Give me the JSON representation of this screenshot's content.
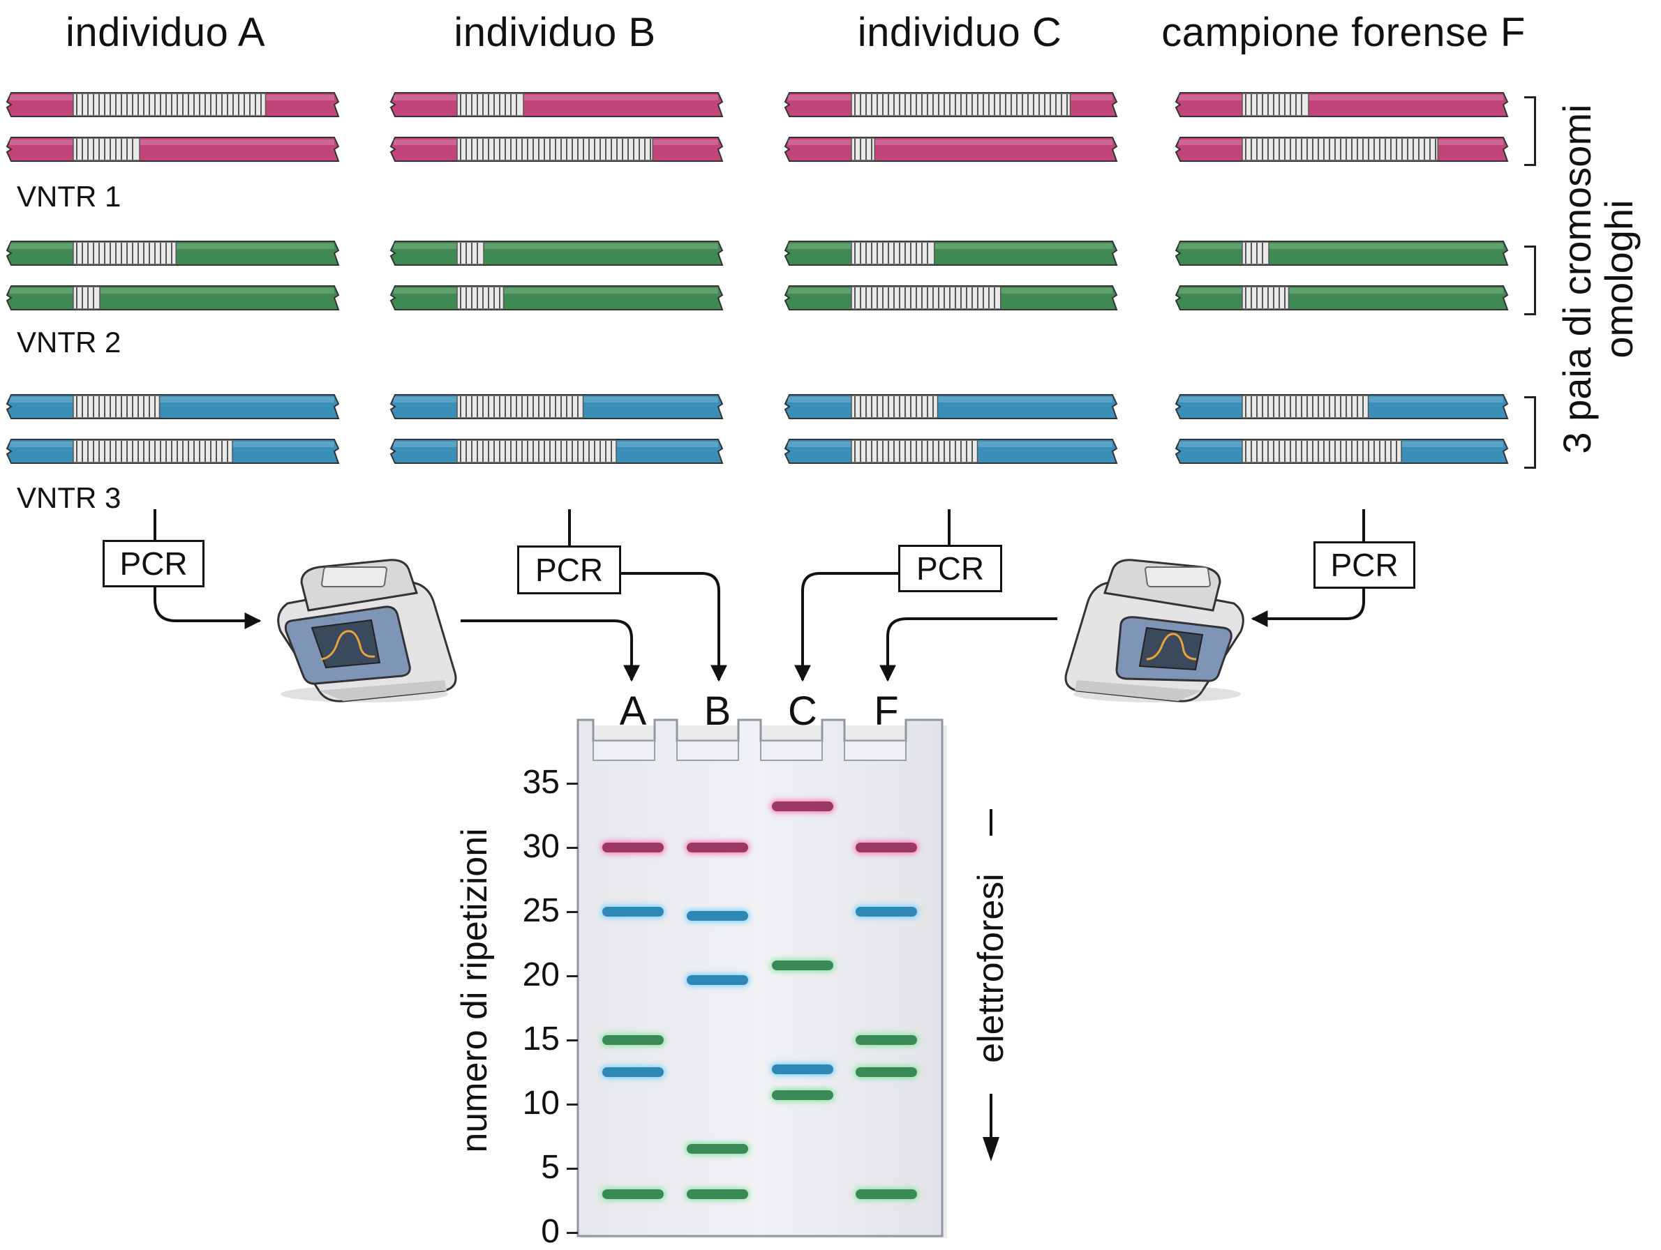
{
  "columns": [
    {
      "id": "A",
      "title": "individuo A"
    },
    {
      "id": "B",
      "title": "individuo B"
    },
    {
      "id": "C",
      "title": "individuo C"
    },
    {
      "id": "F",
      "title": "campione forense F"
    }
  ],
  "vntr_labels": [
    "VNTR 1",
    "VNTR 2",
    "VNTR 3"
  ],
  "side_label": {
    "line1": "3 paia di cromosomi",
    "line2": "omologhi"
  },
  "colors": {
    "vntr1": "#c2457a",
    "vntr2": "#3f8a52",
    "vntr3": "#3a8fb8",
    "band_pink": "#9b3864",
    "band_blue": "#2f87b3",
    "band_green": "#3a8a58",
    "repeat_region": "#e9e9e9",
    "gel": "#eceef2"
  },
  "pcr": {
    "label": "PCR"
  },
  "gel": {
    "lane_labels": [
      "A",
      "B",
      "C",
      "F"
    ],
    "axis_label": "numero di ripetizioni",
    "direction_label": "elettroforesi",
    "ticks": [
      "35",
      "30",
      "25",
      "20",
      "15",
      "10",
      "5",
      "0"
    ]
  },
  "chart_data": {
    "type": "table",
    "title": "Gel electrophoresis of VNTR PCR products",
    "ylabel": "numero di ripetizioni",
    "ylim": [
      0,
      35
    ],
    "yticks": [
      0,
      5,
      10,
      15,
      20,
      25,
      30,
      35
    ],
    "categories": [
      "A",
      "B",
      "C",
      "F"
    ],
    "lanes": [
      {
        "lane": "A",
        "bands": [
          {
            "vntr": "VNTR 1",
            "color": "pink",
            "repeats": 30
          },
          {
            "vntr": "VNTR 3",
            "color": "blue",
            "repeats": 25
          },
          {
            "vntr": "VNTR 2",
            "color": "green",
            "repeats": 15
          },
          {
            "vntr": "VNTR 3",
            "color": "blue",
            "repeats": 12.5
          },
          {
            "vntr": "VNTR 2",
            "color": "green",
            "repeats": 3
          }
        ]
      },
      {
        "lane": "B",
        "bands": [
          {
            "vntr": "VNTR 1",
            "color": "pink",
            "repeats": 30
          },
          {
            "vntr": "VNTR 3",
            "color": "blue",
            "repeats": 24.7
          },
          {
            "vntr": "VNTR 3",
            "color": "blue",
            "repeats": 19.7
          },
          {
            "vntr": "VNTR 2",
            "color": "green",
            "repeats": 6.5
          },
          {
            "vntr": "VNTR 2",
            "color": "green",
            "repeats": 3
          }
        ]
      },
      {
        "lane": "C",
        "bands": [
          {
            "vntr": "VNTR 1",
            "color": "pink",
            "repeats": 33.2
          },
          {
            "vntr": "VNTR 2",
            "color": "green",
            "repeats": 20.8
          },
          {
            "vntr": "VNTR 3",
            "color": "blue",
            "repeats": 12.7
          },
          {
            "vntr": "VNTR 2",
            "color": "green",
            "repeats": 10.7
          }
        ]
      },
      {
        "lane": "F",
        "bands": [
          {
            "vntr": "VNTR 1",
            "color": "pink",
            "repeats": 30
          },
          {
            "vntr": "VNTR 3",
            "color": "blue",
            "repeats": 25
          },
          {
            "vntr": "VNTR 2",
            "color": "green",
            "repeats": 15
          },
          {
            "vntr": "VNTR 2",
            "color": "green",
            "repeats": 12.5
          },
          {
            "vntr": "VNTR 2",
            "color": "green",
            "repeats": 3
          }
        ]
      }
    ]
  },
  "chromosomes": {
    "note": "fraction of chromosome length occupied by the VNTR repeat region (start, end)",
    "vntr1": {
      "A": [
        [
          0.2,
          0.78
        ],
        [
          0.2,
          0.4
        ]
      ],
      "B": [
        [
          0.2,
          0.4
        ],
        [
          0.2,
          0.79
        ]
      ],
      "C": [
        [
          0.2,
          0.86
        ],
        [
          0.2,
          0.27
        ]
      ],
      "F": [
        [
          0.2,
          0.4
        ],
        [
          0.2,
          0.79
        ]
      ]
    },
    "vntr2": {
      "A": [
        [
          0.2,
          0.51
        ],
        [
          0.2,
          0.28
        ]
      ],
      "B": [
        [
          0.2,
          0.28
        ],
        [
          0.2,
          0.34
        ]
      ],
      "C": [
        [
          0.2,
          0.45
        ],
        [
          0.2,
          0.65
        ]
      ],
      "F": [
        [
          0.2,
          0.28
        ],
        [
          0.2,
          0.34
        ]
      ]
    },
    "vntr3": {
      "A": [
        [
          0.2,
          0.46
        ],
        [
          0.2,
          0.68
        ]
      ],
      "B": [
        [
          0.2,
          0.58
        ],
        [
          0.2,
          0.68
        ]
      ],
      "C": [
        [
          0.2,
          0.46
        ],
        [
          0.2,
          0.58
        ]
      ],
      "F": [
        [
          0.2,
          0.58
        ],
        [
          0.2,
          0.68
        ]
      ]
    }
  }
}
